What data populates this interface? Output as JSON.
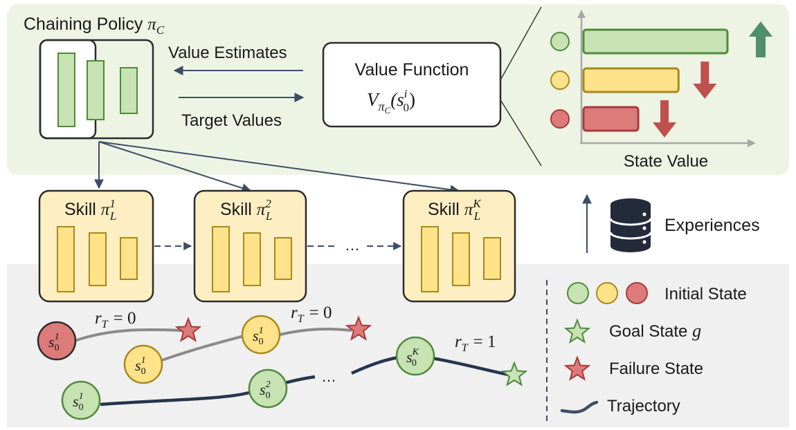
{
  "colors": {
    "green_panel": "#eef4e4",
    "gray_panel": "#f0f0f0",
    "green_fill": "#c7e2b3",
    "green_stroke": "#4f8a3c",
    "yellow_fill": "#ffe38a",
    "yellow_stroke": "#a8891a",
    "yellow_box": "#fdefc2",
    "red_fill": "#dd7a7a",
    "red_stroke": "#a83a3a",
    "arrow_green": "#4f8f6a",
    "arrow_red": "#c0504d",
    "line_dark": "#3e4d66",
    "traj_gray": "#8a8a8a",
    "traj_dark": "#26344d"
  },
  "policy": {
    "label": "Chaining Policy",
    "symbol": "π",
    "subscript": "C"
  },
  "arrows": {
    "value_estimates": "Value Estimates",
    "target_values": "Target Values"
  },
  "value_function": {
    "label": "Value Function",
    "symbol": "V",
    "sub": "π",
    "subsub": "C",
    "arg_open": "(s",
    "arg_sup": "i",
    "arg_sub": "0",
    "arg_close": ")"
  },
  "chart": {
    "xlabel": "State Value",
    "bars": [
      {
        "state": "green",
        "value": 1.0,
        "trend": "up"
      },
      {
        "state": "yellow",
        "value": 0.66,
        "trend": "down"
      },
      {
        "state": "red",
        "value": 0.38,
        "trend": "down"
      }
    ]
  },
  "skills": [
    {
      "prefix": "Skill",
      "symbol": "π",
      "sub": "L",
      "sup": "1"
    },
    {
      "prefix": "Skill",
      "symbol": "π",
      "sub": "L",
      "sup": "2"
    },
    {
      "prefix": "Skill",
      "symbol": "π",
      "sub": "L",
      "sup": "K"
    }
  ],
  "ellipsis": "…",
  "experiences": "Experiences",
  "states": {
    "s": "s",
    "sub": "0",
    "sup_1": "1",
    "sup_2": "2",
    "sup_K": "K"
  },
  "rewards": {
    "r": "r",
    "sub": "T",
    "eq0": "= 0",
    "eq1": "= 1"
  },
  "legend": {
    "initial": "Initial State",
    "goal": "Goal State",
    "goal_sym": "g",
    "failure": "Failure State",
    "trajectory": "Trajectory"
  }
}
